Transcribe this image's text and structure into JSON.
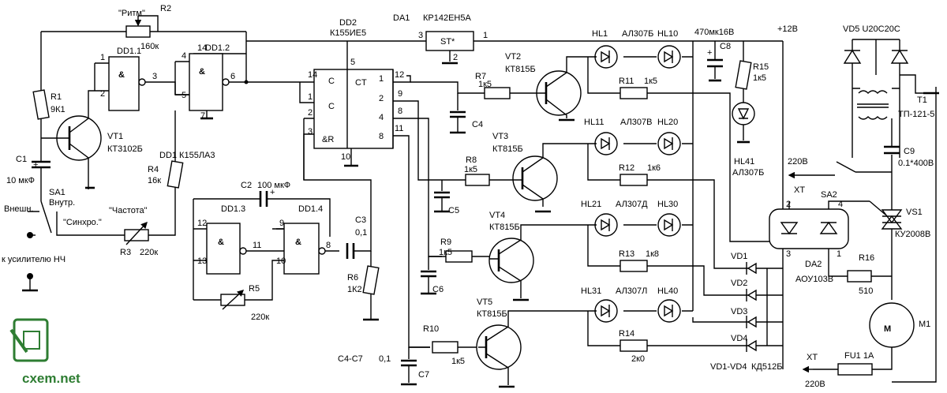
{
  "labels": {
    "ritm": "\"Ритм\"",
    "r2": "R2",
    "r2v": "160к",
    "r1": "R1",
    "r1v": "9К1",
    "c1": "C1",
    "c1v": "10 мкФ",
    "vt1": "VT1",
    "vt1v": "КТ3102Б",
    "dd11": "DD1.1",
    "dd12": "DD1.2",
    "dd1": "DD1 К155ЛА3",
    "dd13": "DD1.3",
    "dd14": "DD1.4",
    "r4": "R4",
    "r4v": "16к",
    "c2": "C2",
    "c2v": "100 мкФ",
    "c3": "C3",
    "c3v": "0,1",
    "r5": "R5",
    "r5v": "220к",
    "r6": "R6",
    "r6v": "1К2",
    "r3": "R3",
    "r3v": "220к",
    "chastota": "\"Частота\"",
    "sinhro": "\"Синхро.\"",
    "vneshn": "Внешн.",
    "sa1": "SA1",
    "vnutr": "Внутр.",
    "k_usil": "к усилителю НЧ",
    "dd2": "DD2",
    "dd2v": "К155ИЕ5",
    "ct": "CT",
    "c_in": "C",
    "and_r": "&R",
    "da1": "DA1",
    "da1v": "КР142ЕН5А",
    "st": "ST*",
    "vt2": "VT2",
    "vt2v": "КТ815Б",
    "vt3": "VT3",
    "vt3v": "КТ815Б",
    "vt4": "VT4",
    "vt4v": "КТ815Б",
    "vt5": "VT5",
    "vt5v": "КТ815Б",
    "r7": "R7",
    "r7v": "1к5",
    "r8": "R8",
    "r8v": "1к5",
    "r9": "R9",
    "r9v": "1к5",
    "r10": "R10",
    "r10v": "1к5",
    "c4": "C4",
    "c5": "C5",
    "c6": "C6",
    "c7": "C7",
    "c47": "С4-С7",
    "c47v": "0,1",
    "hl1": "HL1",
    "hl1v": "АЛ307Б",
    "hl10": "HL10",
    "hl11": "HL11",
    "hl11v": "АЛ307В",
    "hl20": "HL20",
    "hl21": "HL21",
    "hl21v": "АЛ307Д",
    "hl30": "HL30",
    "hl31": "HL31",
    "hl31v": "АЛ307Л",
    "hl40": "HL40",
    "r11": "R11",
    "r11v": "1к5",
    "r12": "R12",
    "r12v": "1к6",
    "r13": "R13",
    "r13v": "1к8",
    "r14": "R14",
    "r14v": "2к0",
    "c8v": "470мк16В",
    "c8": "C8",
    "r15": "R15",
    "r15v": "1к5",
    "hl41": "HL41",
    "hl41v": "АЛ307Б",
    "p12": "+12В",
    "vd5": "VD5 U20C20C",
    "t1": "T1",
    "t1v": "ТП-121-5",
    "c9": "C9",
    "c9v": "0.1*400В",
    "v220a": "220В",
    "xt": "XT",
    "sa2": "SA2",
    "vs1": "VS1",
    "vs1v": "КУ2008В",
    "da2": "DA2",
    "da2v": "АОУ103В",
    "r16": "R16",
    "r16v": "510",
    "m1": "M1",
    "m": "M",
    "vd1": "VD1",
    "vd2": "VD2",
    "vd3": "VD3",
    "vd4": "VD4",
    "vd14": "VD1-VD4",
    "vd14v": "КД512Б",
    "fu1": "FU1 1А",
    "v220b": "220В",
    "logo": "cxem.net"
  }
}
